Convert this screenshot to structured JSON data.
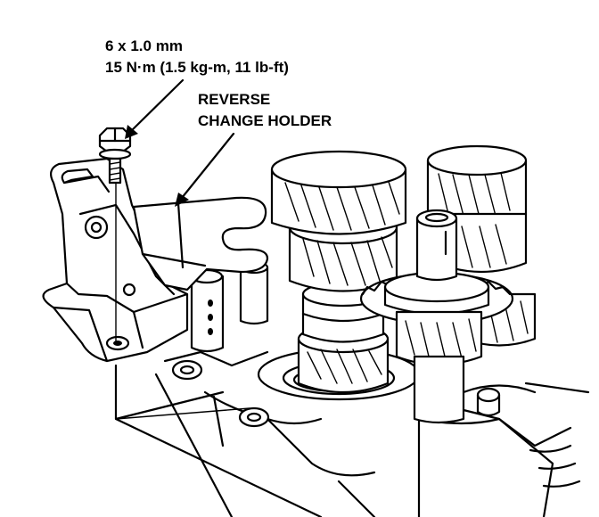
{
  "callouts": {
    "bolt_spec": {
      "size": "6 x 1.0 mm",
      "torque": "15 N·m (1.5 kg-m, 11 lb-ft)"
    },
    "part_name": {
      "line1": "REVERSE",
      "line2": "CHANGE HOLDER"
    }
  },
  "colors": {
    "ink": "#000000",
    "paper": "#ffffff"
  }
}
